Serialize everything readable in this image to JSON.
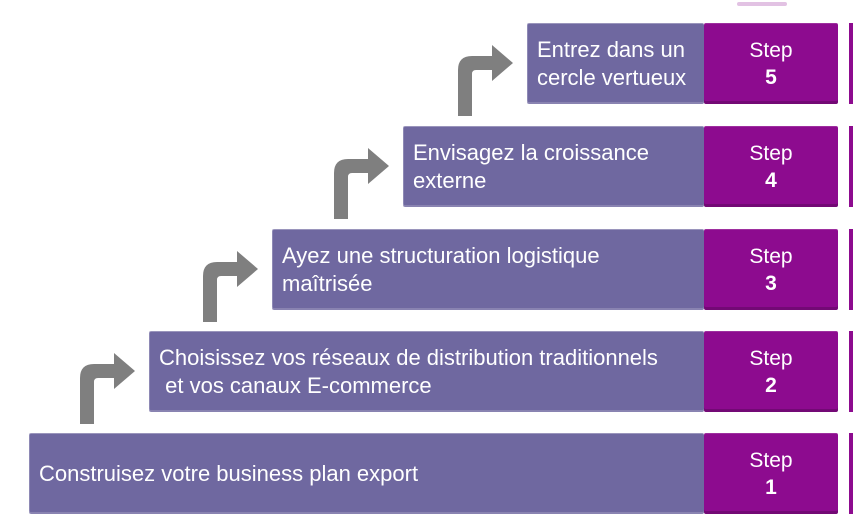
{
  "diagram": {
    "type": "staircase-process",
    "language": "fr",
    "steps": [
      {
        "number": "5",
        "step_label": "Step",
        "text": "Entrez dans un\ncercle vertueux"
      },
      {
        "number": "4",
        "step_label": "Step",
        "text": "Envisagez la croissance\nexterne"
      },
      {
        "number": "3",
        "step_label": "Step",
        "text": "Ayez une structuration logistique\nmaîtrisée"
      },
      {
        "number": "2",
        "step_label": "Step",
        "text": "Choisissez vos réseaux de distribution traditionnels\n et vos canaux E-commerce"
      },
      {
        "number": "1",
        "step_label": "Step",
        "text": "Construisez votre business plan export"
      }
    ],
    "icons": {
      "step_arrow": "curved-right-arrow-icon"
    }
  },
  "colors": {
    "background": "#ffffff",
    "bar": "#6f68a0",
    "step-box": "#8d0b8f",
    "arrow": "#7f7f7f"
  }
}
